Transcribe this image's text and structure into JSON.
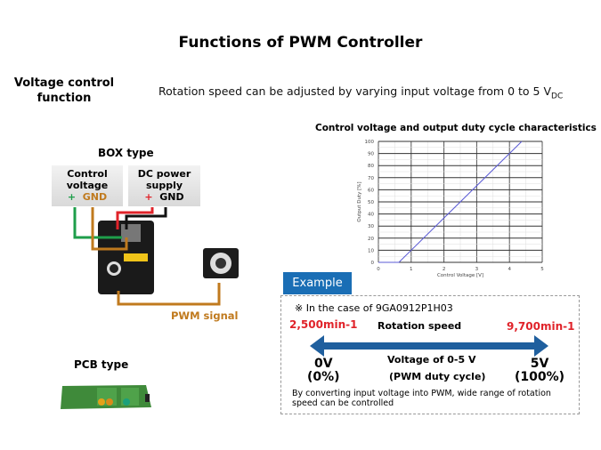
{
  "title": "Functions of PWM Controller",
  "section_label": "Voltage control function",
  "description": "Rotation speed can be adjusted by varying input voltage from 0 to 5 V",
  "description_subscript": "DC",
  "box_type": {
    "title": "BOX type",
    "control_voltage": {
      "label": "Control voltage",
      "plus": "+",
      "gnd": "GND"
    },
    "dc_power": {
      "label": "DC power supply",
      "plus": "+",
      "gnd": "GND"
    },
    "pwm_signal": "PWM signal",
    "colors": {
      "control_plus": "#1e9e4a",
      "control_gnd": "#c07a1e",
      "power_plus": "#e0232a",
      "power_gnd": "#111111"
    }
  },
  "pcb_type": {
    "title": "PCB type"
  },
  "chart_data": {
    "type": "line",
    "title": "Control voltage and output duty cycle characteristics",
    "xlabel": "Control Voltage [V]",
    "ylabel": "Output Duty [%]",
    "xlim": [
      0,
      5
    ],
    "ylim": [
      0,
      100
    ],
    "xticks": [
      0,
      1,
      2,
      3,
      4,
      5
    ],
    "yticks": [
      0,
      10,
      20,
      30,
      40,
      50,
      60,
      70,
      80,
      90,
      100
    ],
    "grid": true,
    "series": [
      {
        "x": [
          0,
          0.625,
          4.375
        ],
        "y": [
          0,
          0,
          100
        ],
        "color": "#5b5bd6"
      }
    ]
  },
  "example": {
    "tab": "Example",
    "case": "※ In the case of 9GA0912P1H03",
    "min_speed": "2,500min-1",
    "rotation_label": "Rotation speed",
    "max_speed": "9,700min-1",
    "left_v": "0V",
    "left_pct": "(0%)",
    "voltage_label": "Voltage of 0-5 V",
    "pwm_label": "(PWM duty cycle)",
    "right_v": "5V",
    "right_pct": "(100%)",
    "note": "By converting input voltage into PWM, wide range of rotation speed can be controlled",
    "arrow_color": "#1f5f9e",
    "accent": "#e0232a",
    "tab_color": "#1a6eb5"
  }
}
